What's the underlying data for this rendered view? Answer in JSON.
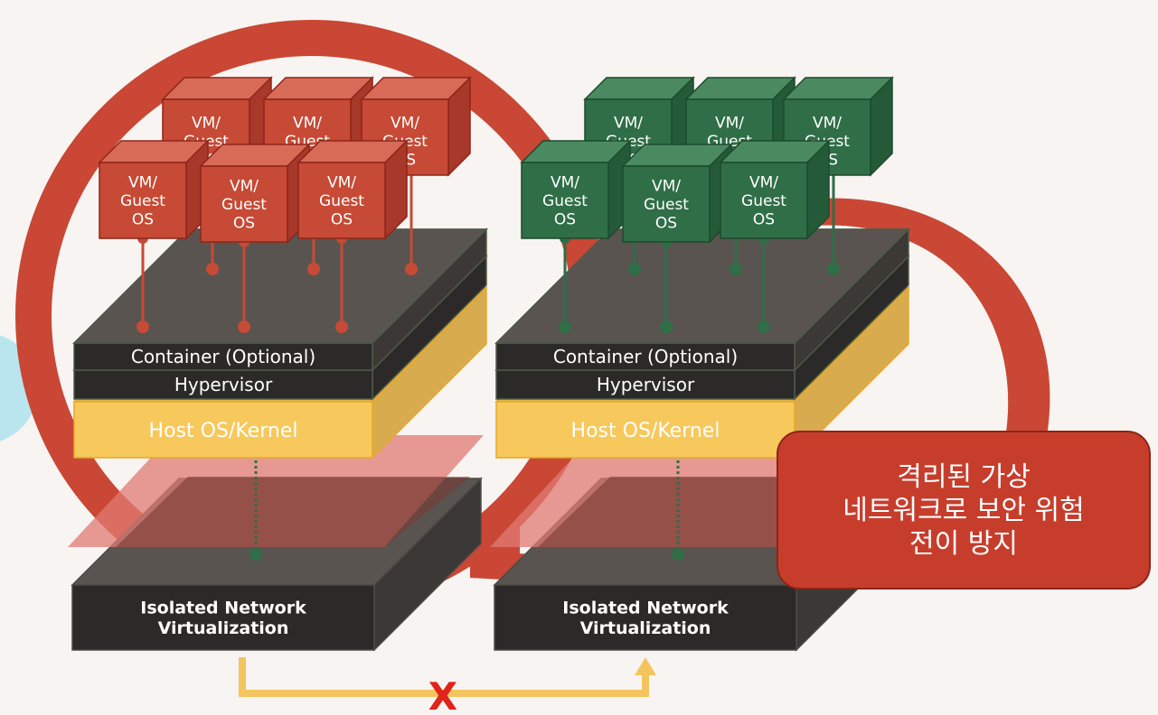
{
  "stacks": [
    {
      "vm_label": "VM/\nGuest\nOS",
      "container_label": "Container (Optional)",
      "hypervisor_label": "Hypervisor",
      "hostos_label": "Host OS/Kernel",
      "network_label": "Isolated Network\nVirtualization"
    },
    {
      "vm_label": "VM/\nGuest\nOS",
      "container_label": "Container (Optional)",
      "hypervisor_label": "Hypervisor",
      "hostos_label": "Host OS/Kernel",
      "network_label": "Isolated Network\nVirtualization"
    }
  ],
  "blocked_marker": "X",
  "callout_text": "격리된 가상\n네트워크로 보안 위험\n전이 방지",
  "colors": {
    "left_vm": "#c64a35",
    "right_vm": "#2f6e47",
    "ring": "#c94734",
    "host_os": "#f7c85c",
    "layer_dark": "#2c2a28",
    "arrow": "#f4c55e",
    "callout": "#c73d2c",
    "accent_circle": "#b9e5ef"
  }
}
